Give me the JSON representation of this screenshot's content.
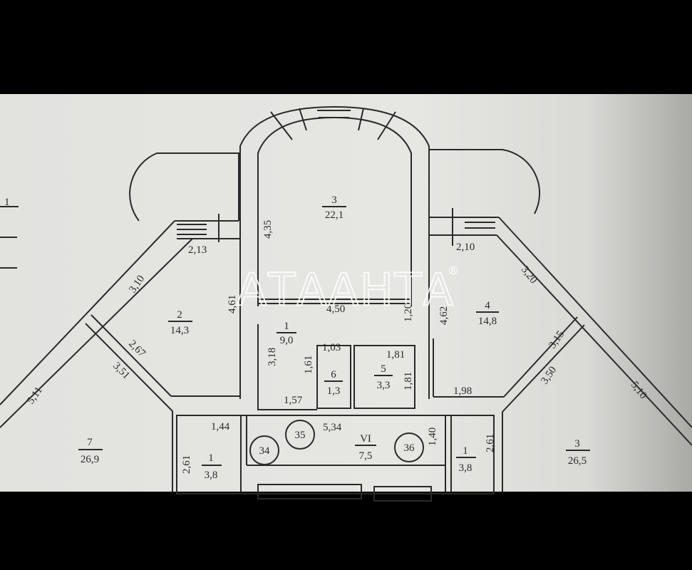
{
  "watermark": {
    "text": "АТААНТА",
    "mark": "®"
  },
  "legend_mark": "1",
  "rooms": [
    {
      "number": "3",
      "area": "22,1"
    },
    {
      "number": "2",
      "area": "14,3"
    },
    {
      "number": "1",
      "area": "9,0"
    },
    {
      "number": "4",
      "area": "14,8"
    },
    {
      "number": "6",
      "area": "1,3"
    },
    {
      "number": "5",
      "area": "3,3"
    },
    {
      "number": "7",
      "area": "26,9"
    },
    {
      "number": "VI",
      "area": "7,5"
    },
    {
      "number": "1",
      "area": "3,8"
    },
    {
      "number": "1",
      "area": "3,8"
    },
    {
      "number": "3",
      "area": "26,5"
    }
  ],
  "markers": [
    "34",
    "35",
    "36"
  ],
  "dimensions": [
    "4,35",
    "2,13",
    "3,10",
    "4,61",
    "2,67",
    "3,51",
    "5,11",
    "3,18",
    "1,03",
    "1,61",
    "1,57",
    "1,44",
    "2,61",
    "5,34",
    "4,50",
    "1,20",
    "4,62",
    "2,10",
    "3,20",
    "1,81",
    "1,81",
    "1,98",
    "3,15",
    "3,50",
    "5,10",
    "1,40",
    "2,61"
  ],
  "colors": {
    "paper": "#e4e4e1",
    "line": "#2a2a2a",
    "frame": "#000000"
  }
}
